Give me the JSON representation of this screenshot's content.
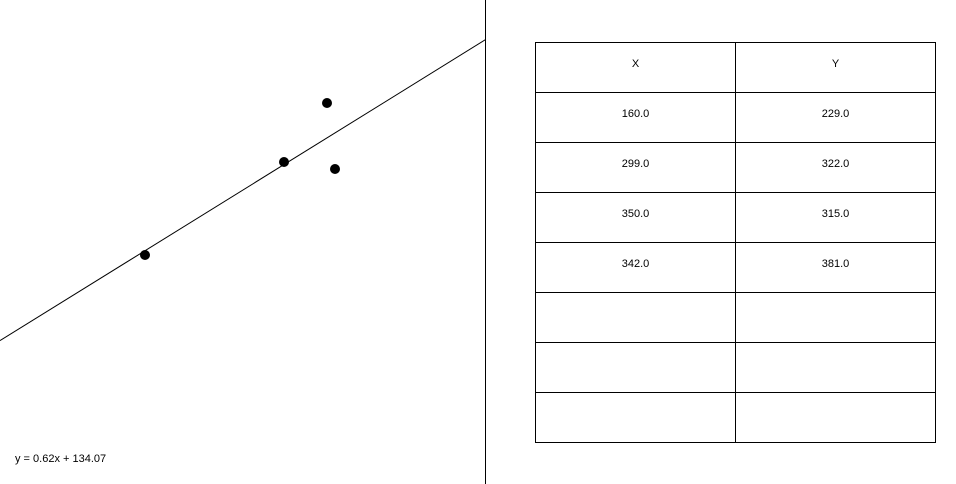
{
  "equation": "y = 0.62x + 134.07",
  "table": {
    "headers": [
      "X",
      "Y"
    ],
    "rows": [
      [
        "160.0",
        "229.0"
      ],
      [
        "299.0",
        "322.0"
      ],
      [
        "350.0",
        "315.0"
      ],
      [
        "342.0",
        "381.0"
      ],
      [
        "",
        ""
      ],
      [
        "",
        ""
      ],
      [
        "",
        ""
      ]
    ]
  },
  "colors": {
    "point": "#000000",
    "line": "#000000",
    "background": "#ffffff"
  },
  "chart_data": {
    "type": "scatter",
    "x": [
      160.0,
      299.0,
      350.0,
      342.0
    ],
    "y": [
      229.0,
      322.0,
      315.0,
      381.0
    ],
    "fit": {
      "slope": 0.62,
      "intercept": 134.07
    },
    "grid": false,
    "axes_visible": false
  }
}
